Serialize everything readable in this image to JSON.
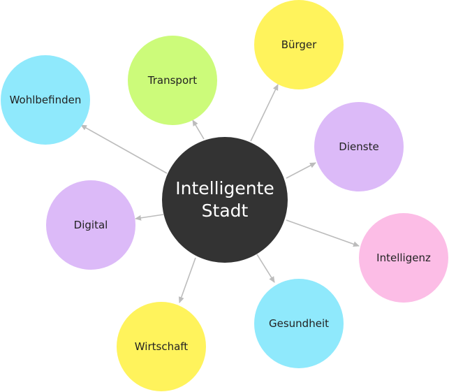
{
  "center": {
    "label_line1": "Intelligente",
    "label_line2": "Stadt",
    "color": "#333333"
  },
  "nodes": [
    {
      "id": "buerger",
      "label": "Bürger",
      "color": "#fff35c"
    },
    {
      "id": "transport",
      "label": "Transport",
      "color": "#ccfb7a"
    },
    {
      "id": "wohl",
      "label": "Wohlbefinden",
      "color": "#8fe9fc"
    },
    {
      "id": "dienste",
      "label": "Dienste",
      "color": "#dcbaf8"
    },
    {
      "id": "digital",
      "label": "Digital",
      "color": "#dcbaf8"
    },
    {
      "id": "intell",
      "label": "Intelligenz",
      "color": "#fcbde6"
    },
    {
      "id": "gesund",
      "label": "Gesundheit",
      "color": "#8fe9fc"
    },
    {
      "id": "wirt",
      "label": "Wirtschaft",
      "color": "#fff35c"
    }
  ],
  "edge_color": "#bcbcbc"
}
